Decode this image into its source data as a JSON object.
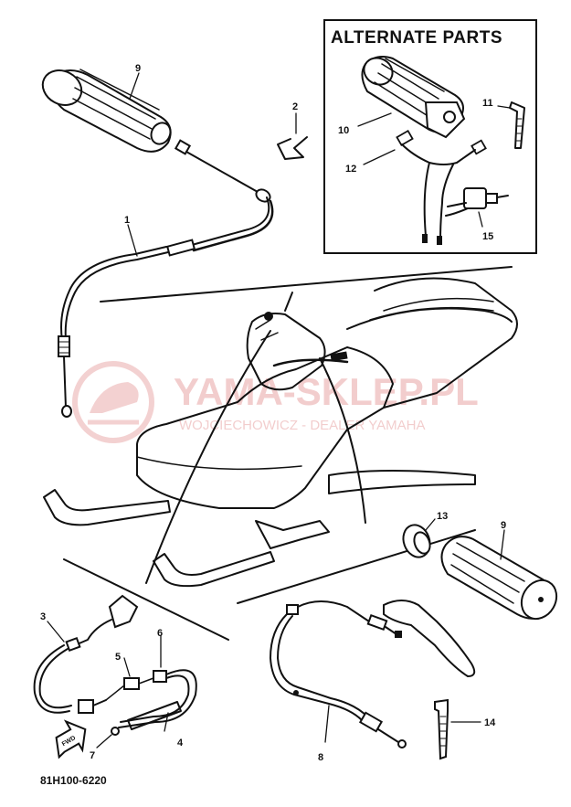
{
  "alternate_parts": {
    "title": "ALTERNATE PARTS"
  },
  "callouts": [
    {
      "id": "c1",
      "text": "1"
    },
    {
      "id": "c2",
      "text": "2"
    },
    {
      "id": "c3",
      "text": "3"
    },
    {
      "id": "c4",
      "text": "4"
    },
    {
      "id": "c5",
      "text": "5"
    },
    {
      "id": "c6",
      "text": "6"
    },
    {
      "id": "c7",
      "text": "7"
    },
    {
      "id": "c8",
      "text": "8"
    },
    {
      "id": "c9a",
      "text": "9"
    },
    {
      "id": "c9b",
      "text": "9"
    },
    {
      "id": "c10",
      "text": "10"
    },
    {
      "id": "c11",
      "text": "11"
    },
    {
      "id": "c12",
      "text": "12"
    },
    {
      "id": "c13",
      "text": "13"
    },
    {
      "id": "c14",
      "text": "14"
    },
    {
      "id": "c15",
      "text": "15"
    }
  ],
  "fwd_arrow": {
    "text": "FWD"
  },
  "diagram_code": "81H100-6220",
  "watermark": {
    "main": "YAMA-SKLEP.PL",
    "sub": "WOJCIECHOWICZ - DEALER YAMAHA"
  },
  "colors": {
    "ink": "#111111",
    "watermark": "#e9a5a5",
    "background": "#ffffff"
  }
}
